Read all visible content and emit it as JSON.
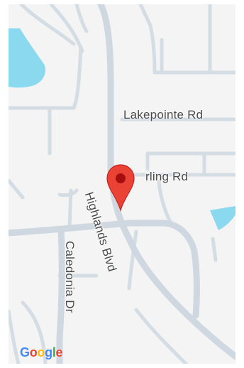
{
  "map": {
    "roads": {
      "lakepointe": "Lakepointe Rd",
      "sterling": "rling Rd",
      "highlands": "Highlands Blvd",
      "caledonia": "Caledonia Dr"
    },
    "attribution": "Google",
    "marker": {
      "icon": "map-pin-icon",
      "color": "#ea4335"
    },
    "colors": {
      "land": "#f3f4f3",
      "road": "#cfd8e0",
      "water": "#8ad9ee"
    }
  }
}
